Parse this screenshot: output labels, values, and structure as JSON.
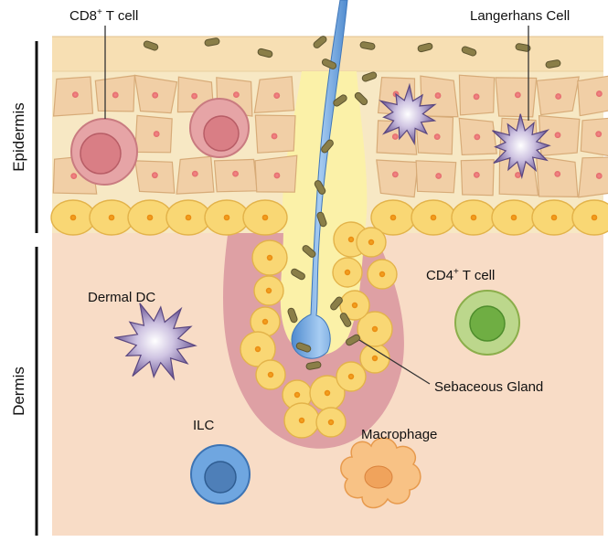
{
  "labels": {
    "cd8_prefix": "CD8",
    "cd8_sup": "+",
    "cd8_suffix": " T cell",
    "langerhans": "Langerhans Cell",
    "dermal_dc": "Dermal DC",
    "cd4_prefix": "CD4",
    "cd4_sup": "+",
    "cd4_suffix": " T cell",
    "sebaceous": "Sebaceous Gland",
    "ilc": "ILC",
    "macrophage": "Macrophage"
  },
  "layers": {
    "epidermis": "Epidermis",
    "dermis": "Dermis"
  },
  "colors": {
    "dermis": "#f8dcc6",
    "stratum_corneum": "#f7e4bf",
    "keratinocyte": "#f1cfa6",
    "basal_cell": "#f9d774",
    "follicle_tissue": "#dea0a4",
    "hair": "#7fb1e3",
    "bacteria": "#8a7e48",
    "cd8_cell": "#e6a4a6",
    "langerhans_cell": "#7d6aa6",
    "cd4_cell": "#a4c464",
    "ilc_cell": "#5b94d3",
    "macrophage_cell": "#f5b067"
  }
}
